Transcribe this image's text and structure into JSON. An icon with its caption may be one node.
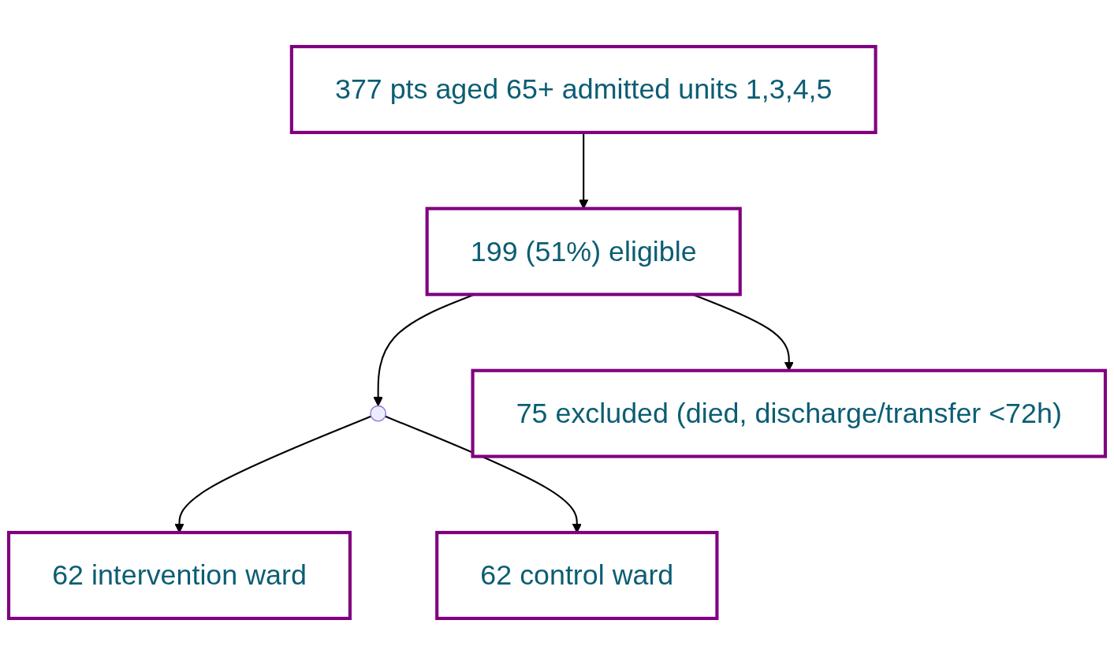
{
  "diagram": {
    "nodes": [
      {
        "text": [
          "377 pts aged 65+ admitted units 1,3,4,5"
        ]
      },
      {
        "text": [
          "199 (51%) eligible"
        ]
      },
      {
        "text": [
          "75 excluded (died, discharge/transfer <72h)"
        ]
      },
      {
        "text": [
          "62 intervention ward"
        ]
      },
      {
        "text": [
          "62 control ward"
        ]
      }
    ],
    "edges": [
      {
        "from": 0,
        "to": 1,
        "arrow": "to"
      },
      {
        "from": 1,
        "to": 2,
        "arrow": "to"
      },
      {
        "from": 1,
        "to": null,
        "arrow": "to"
      },
      {
        "from": null,
        "to": 3,
        "arrow": "to"
      },
      {
        "from": null,
        "to": 4,
        "arrow": "to"
      }
    ]
  }
}
